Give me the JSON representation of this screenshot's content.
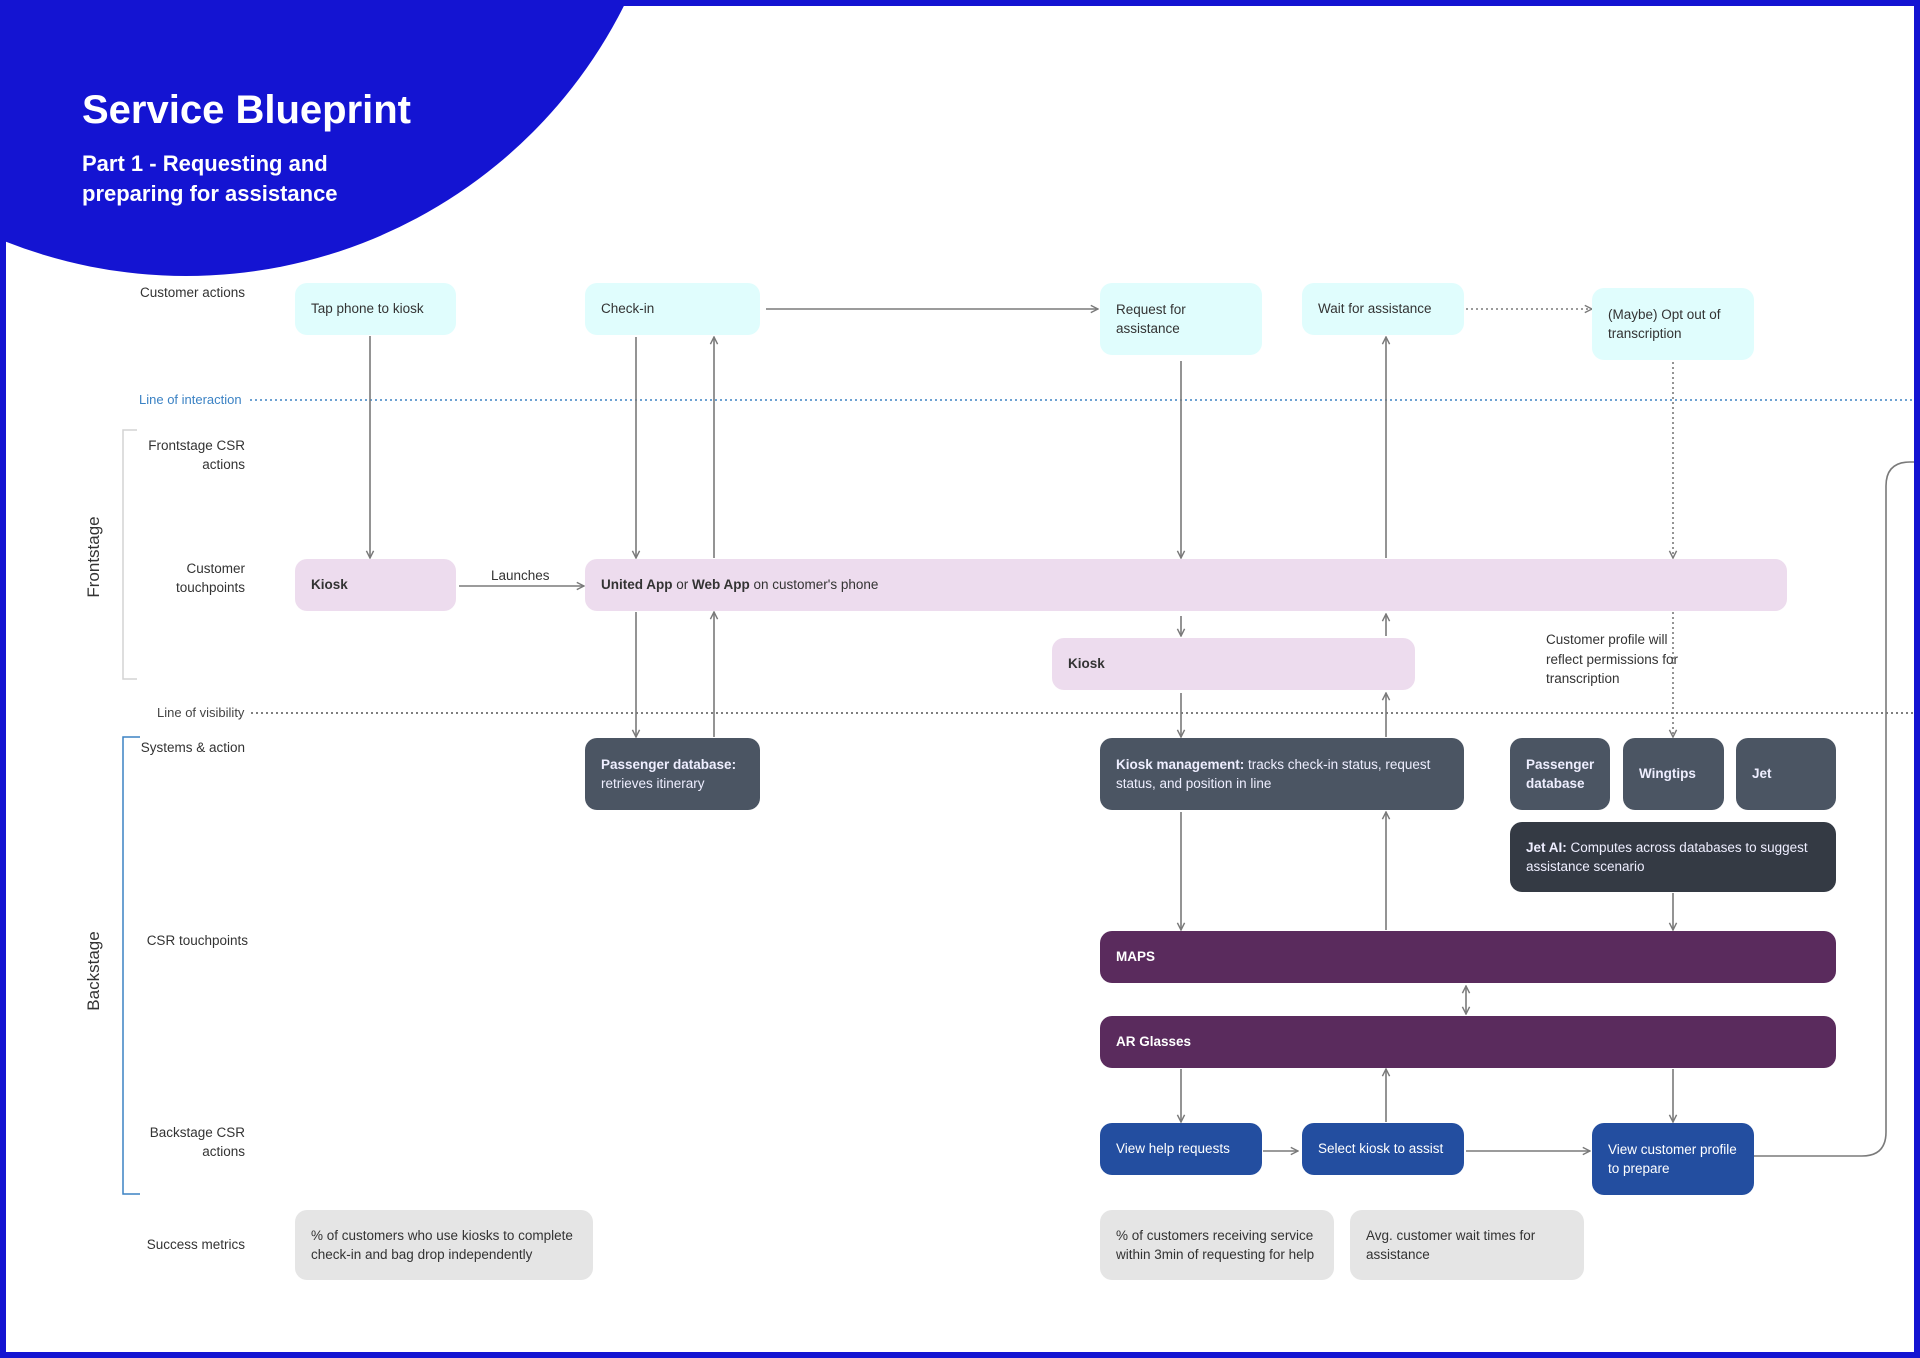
{
  "colors": {
    "frame": "#1414d2",
    "header_bg": "#1414d2",
    "customer_action": "#e0fdfd",
    "touchpoint": "#eddcee",
    "system": "#4b5563",
    "ai": "#343a44",
    "csr_touchpoint": "#5a2b5d",
    "backstage_action": "#234ea0",
    "metric": "#e5e5e5",
    "line_of_interaction": "#3b82c4",
    "arrow": "#7a7a7a"
  },
  "header": {
    "title": "Service Blueprint",
    "subtitle": "Part 1 - Requesting and preparing for assistance"
  },
  "lanes": {
    "customer_actions": "Customer actions",
    "frontstage_csr_actions": "Frontstage CSR actions",
    "customer_touchpoints": "Customer touchpoints",
    "systems_action": "Systems & action",
    "csr_touchpoints": "CSR touchpoints",
    "backstage_csr_actions": "Backstage CSR actions",
    "success_metrics": "Success metrics"
  },
  "groups": {
    "frontstage": "Frontstage",
    "backstage": "Backstage"
  },
  "lines": {
    "interaction": "Line of interaction",
    "visibility": "Line of visibility"
  },
  "customer_actions": {
    "tap_phone": "Tap phone to kiosk",
    "check_in": "Check-in",
    "request_assistance": "Request for assistance",
    "wait_assistance": "Wait for assistance",
    "opt_out": "(Maybe) Opt out of transcription"
  },
  "touchpoints": {
    "kiosk": "Kiosk",
    "launches": "Launches",
    "app_part1": "United App",
    "app_or": " or ",
    "app_part2": "Web App",
    "app_rest": " on customer's phone",
    "kiosk2": "Kiosk",
    "profile_note": "Customer profile will reflect permissions for transcription"
  },
  "systems": {
    "passenger_db_bold": "Passenger database:",
    "passenger_db_rest": " retrieves itinerary",
    "kiosk_mgmt_bold": "Kiosk management:",
    "kiosk_mgmt_rest": " tracks check-in status, request status, and position in line",
    "passenger_db2": "Passenger database",
    "wingtips": "Wingtips",
    "jet": "Jet",
    "jet_ai_bold": "Jet AI:",
    "jet_ai_rest": " Computes across databases to suggest assistance scenario"
  },
  "csr_touchpoints": {
    "maps": "MAPS",
    "ar_glasses": "AR Glasses"
  },
  "backstage_actions": {
    "view_requests": "View help requests",
    "select_kiosk": "Select kiosk to assist",
    "view_profile": "View customer profile to prepare"
  },
  "metrics": {
    "kiosk_usage": "% of customers who use kiosks to complete check-in and bag drop independently",
    "service_3min": "% of customers receiving service within 3min of requesting for help",
    "wait_times": "Avg. customer wait times for assistance"
  }
}
